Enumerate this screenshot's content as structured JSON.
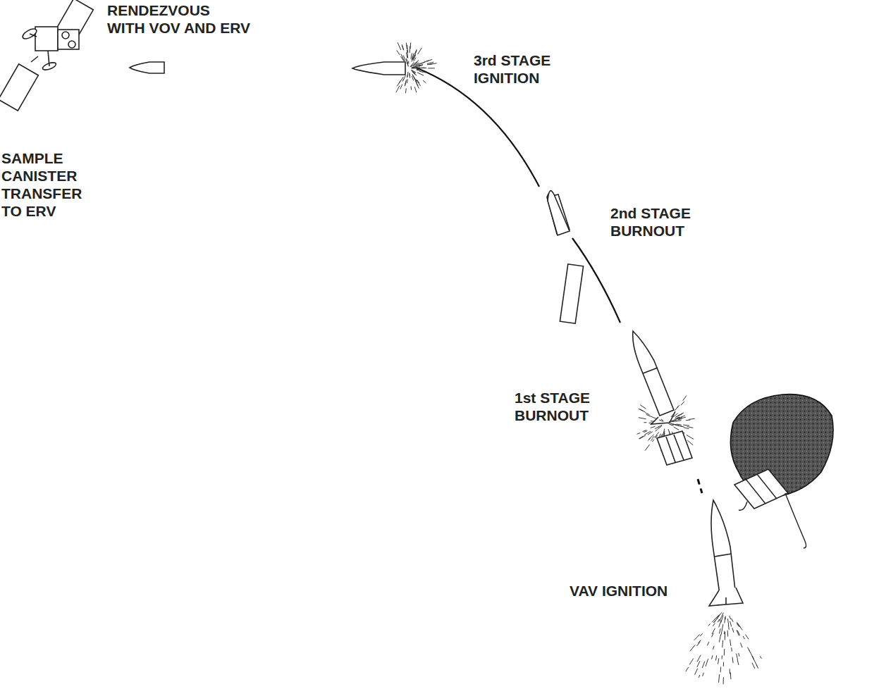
{
  "diagram": {
    "labels": [
      "RENDEZVOUS WITH VOV AND ERV",
      "SAMPLE CANISTER TRANSFER TO ERV",
      "3rd STAGE IGNITION",
      "2nd STAGE BURNOUT",
      "1st STAGE BURNOUT",
      "VAV IGNITION"
    ]
  }
}
